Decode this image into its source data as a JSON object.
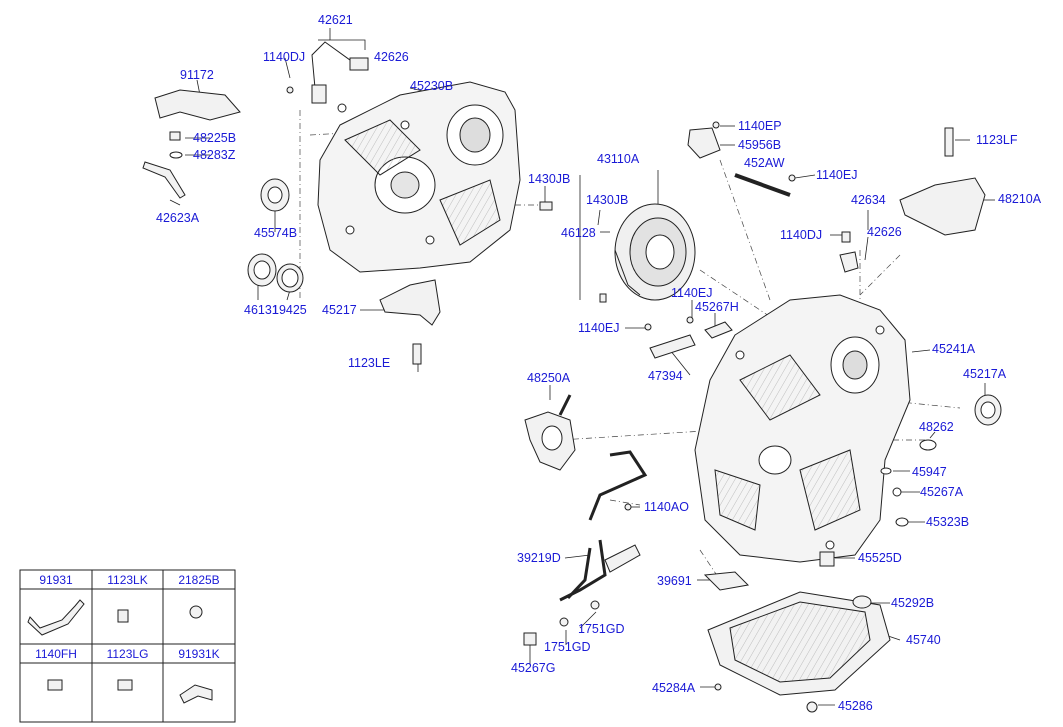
{
  "parts": {
    "p42621": "42621",
    "p42626a": "42626",
    "p1140dj_a": "1140DJ",
    "p45230b": "45230B",
    "p91172": "91172",
    "p48225b": "48225B",
    "p48283z": "48283Z",
    "p42623a": "42623A",
    "p45574b": "45574B",
    "p46131": "46131",
    "p19425": "19425",
    "p45217": "45217",
    "p1123le": "1123LE",
    "p1430jb_a": "1430JB",
    "p43110a": "43110A",
    "p1430jb_b": "1430JB",
    "p46128": "46128",
    "p1140ep": "1140EP",
    "p45956b": "45956B",
    "p452aw": "452AW",
    "p1140ej_a": "1140EJ",
    "p1123lf": "1123LF",
    "p48210a": "48210A",
    "p42634": "42634",
    "p1140dj_b": "1140DJ",
    "p42626b": "42626",
    "p1140ej_b": "1140EJ",
    "p45267h": "45267H",
    "p1140ej_c": "1140EJ",
    "p45241a": "45241A",
    "p45217a": "45217A",
    "p47394": "47394",
    "p48250a": "48250A",
    "p48262": "48262",
    "p45947": "45947",
    "p45267a": "45267A",
    "p1140ao": "1140AO",
    "p45323b": "45323B",
    "p39219d": "39219D",
    "p45525d": "45525D",
    "p39691": "39691",
    "p45292b": "45292B",
    "p1751gd_a": "1751GD",
    "p45740": "45740",
    "p1751gd_b": "1751GD",
    "p45267g": "45267G",
    "p45284a": "45284A",
    "p45286": "45286"
  },
  "legend": {
    "row1": [
      "91931",
      "1123LK",
      "21825B"
    ],
    "row2": [
      "1140FH",
      "1123LG",
      "91931K"
    ]
  },
  "colors": {
    "label": "#1a1ad6",
    "line": "#222222",
    "part_fill": "#f4f4f4"
  }
}
